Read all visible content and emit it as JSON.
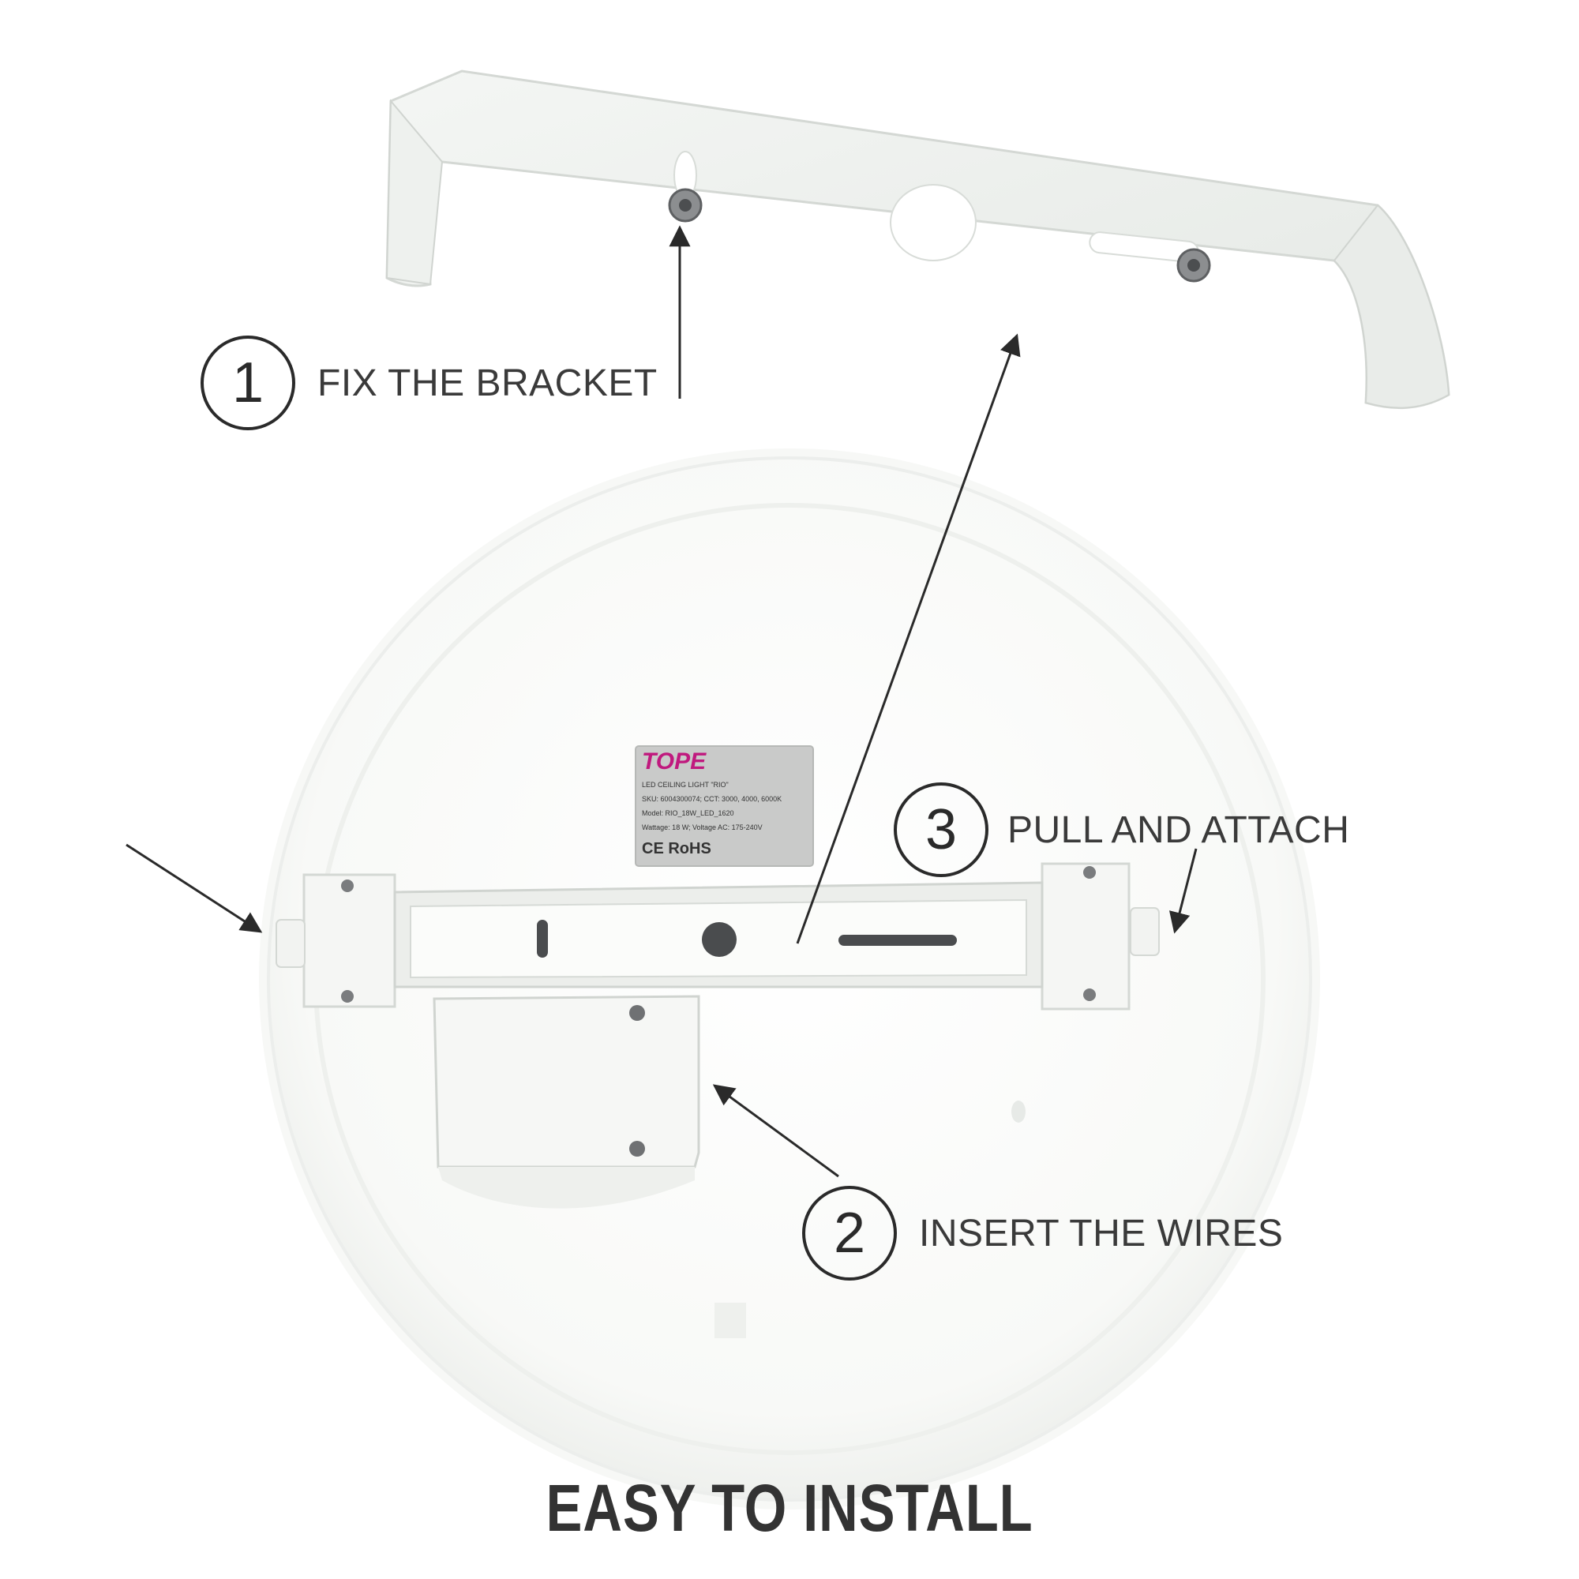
{
  "steps": [
    {
      "number": "1",
      "label": "FIX THE BRACKET"
    },
    {
      "number": "2",
      "label": "INSERT THE WIRES"
    },
    {
      "number": "3",
      "label": "PULL AND ATTACH"
    }
  ],
  "headline": "EASY TO INSTALL",
  "rating_label": {
    "brand": "TOPE",
    "product": "LED CEILING LIGHT \"RIO\"",
    "sku_line": "SKU: 6004300074; CCT: 3000, 4000, 6000K",
    "model_line": "Model: RIO_18W_LED_1620",
    "power_line": "Wattage: 18 W; Voltage AC: 175-240V",
    "marks": "CE RoHS"
  },
  "colors": {
    "text": "#3a3a3a",
    "headline": "#333333",
    "brand": "#c0197e",
    "fixture": "#fbfcfa",
    "label_bg": "#c9cac9"
  }
}
